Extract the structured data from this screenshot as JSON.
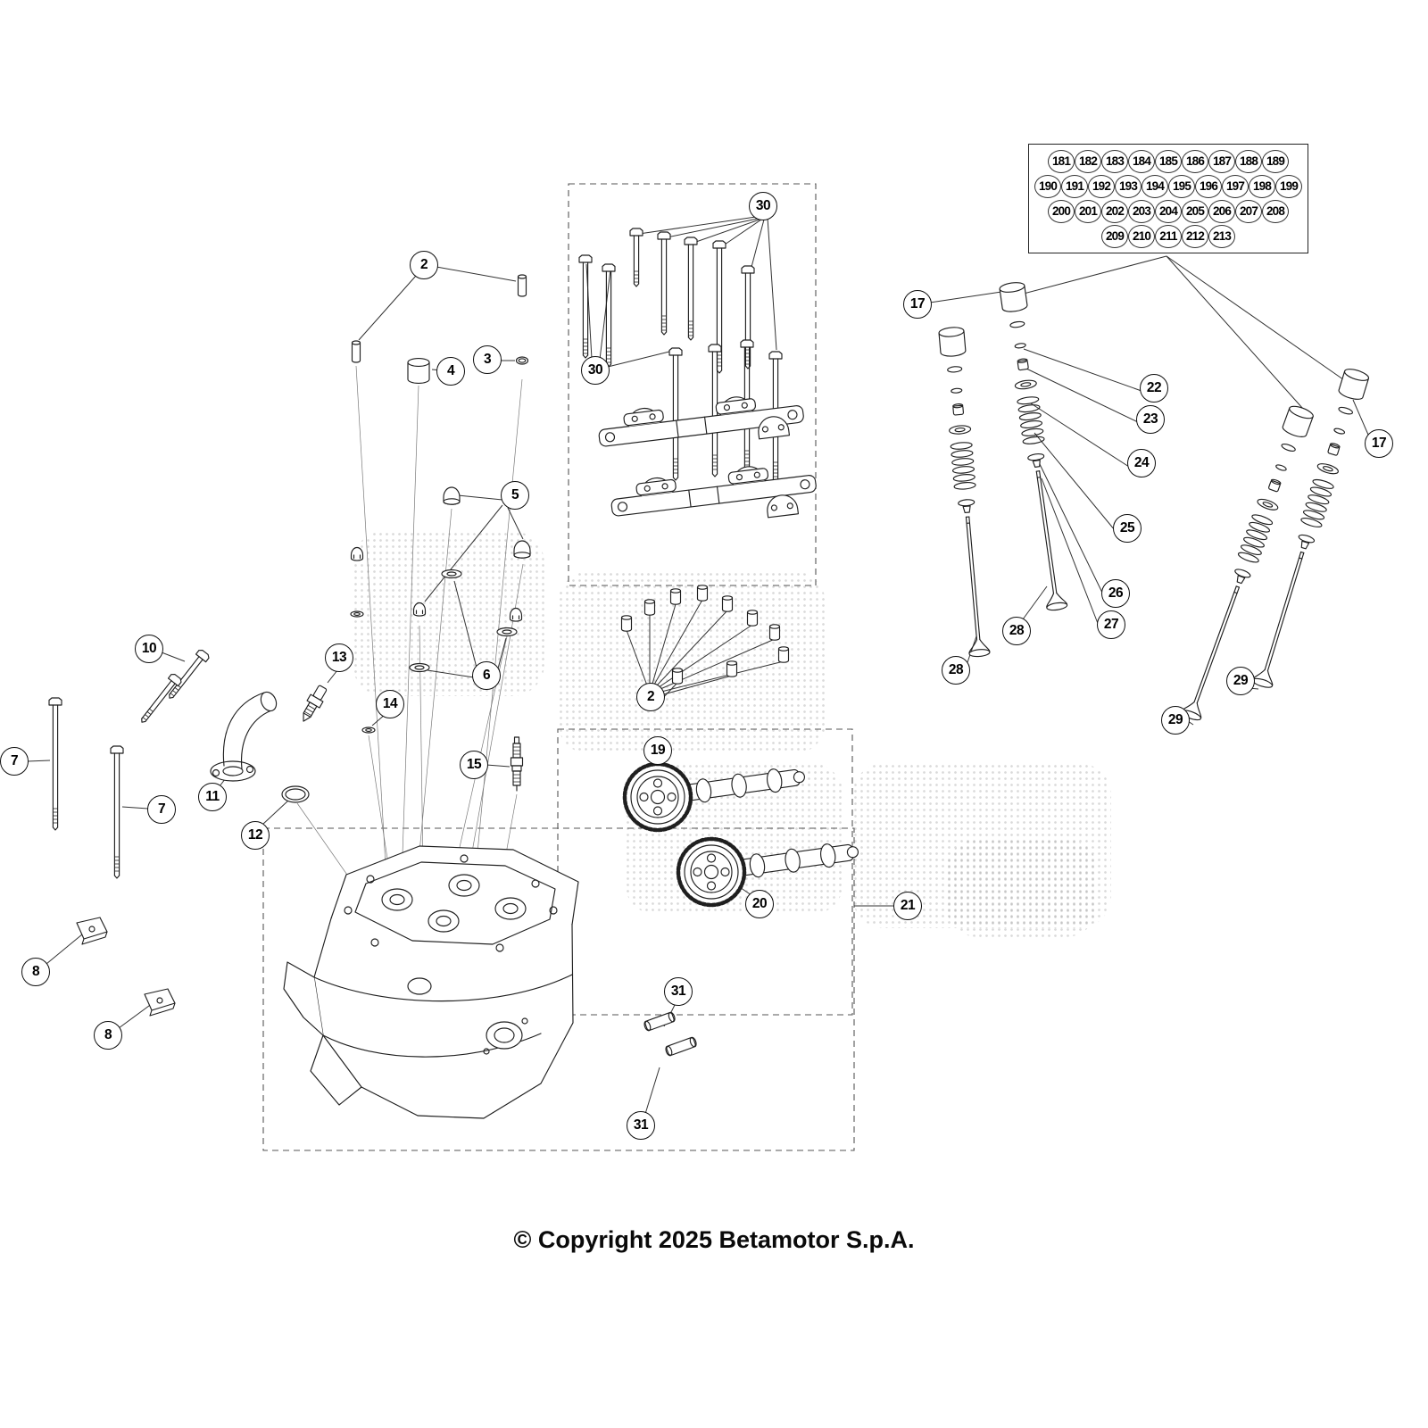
{
  "legend_grid": {
    "rows": [
      [
        "181",
        "182",
        "183",
        "184",
        "185",
        "186",
        "187",
        "188",
        "189"
      ],
      [
        "190",
        "191",
        "192",
        "193",
        "194",
        "195",
        "196",
        "197",
        "198",
        "199"
      ],
      [
        "200",
        "201",
        "202",
        "203",
        "204",
        "205",
        "206",
        "207",
        "208"
      ],
      [
        "209",
        "210",
        "211",
        "212",
        "213"
      ]
    ]
  },
  "callouts": {
    "labels": [
      "2",
      "2",
      "3",
      "4",
      "5",
      "6",
      "7",
      "7",
      "8",
      "8",
      "10",
      "11",
      "12",
      "13",
      "14",
      "15",
      "17",
      "17",
      "19",
      "20",
      "21",
      "22",
      "23",
      "24",
      "25",
      "26",
      "27",
      "28",
      "28",
      "29",
      "29",
      "30",
      "30",
      "31",
      "31"
    ]
  },
  "footer": {
    "copyright": "© Copyright 2025 Betamotor S.p.A."
  }
}
